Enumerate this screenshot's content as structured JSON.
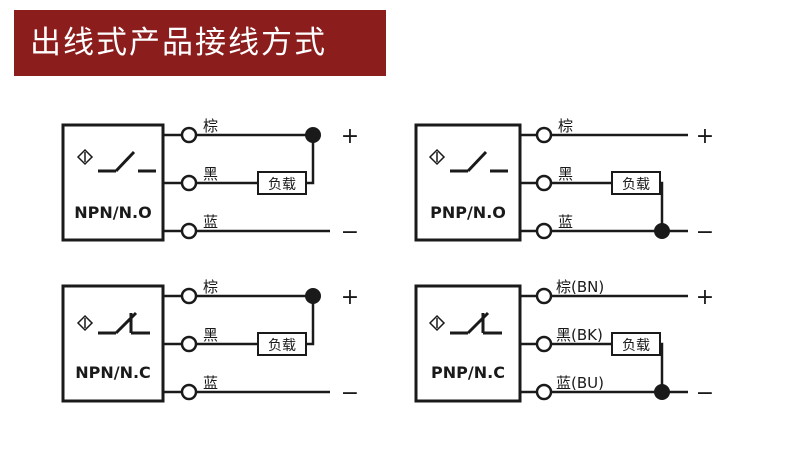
{
  "banner": {
    "title": "出线式产品接线方式"
  },
  "diagrams": [
    {
      "label": "NPN/N.O",
      "wires": [
        "棕",
        "黑",
        "蓝"
      ],
      "load": "负载",
      "plus": "+",
      "minus": "−"
    },
    {
      "label": "PNP/N.O",
      "wires": [
        "棕",
        "黑",
        "蓝"
      ],
      "load": "负载",
      "plus": "+",
      "minus": "−"
    },
    {
      "label": "NPN/N.C",
      "wires": [
        "棕",
        "黑",
        "蓝"
      ],
      "load": "负载",
      "plus": "+",
      "minus": "−"
    },
    {
      "label": "PNP/N.C",
      "wires": [
        "棕(BN)",
        "黑(BK)",
        "蓝(BU)"
      ],
      "load": "负载",
      "plus": "+",
      "minus": "−"
    }
  ]
}
